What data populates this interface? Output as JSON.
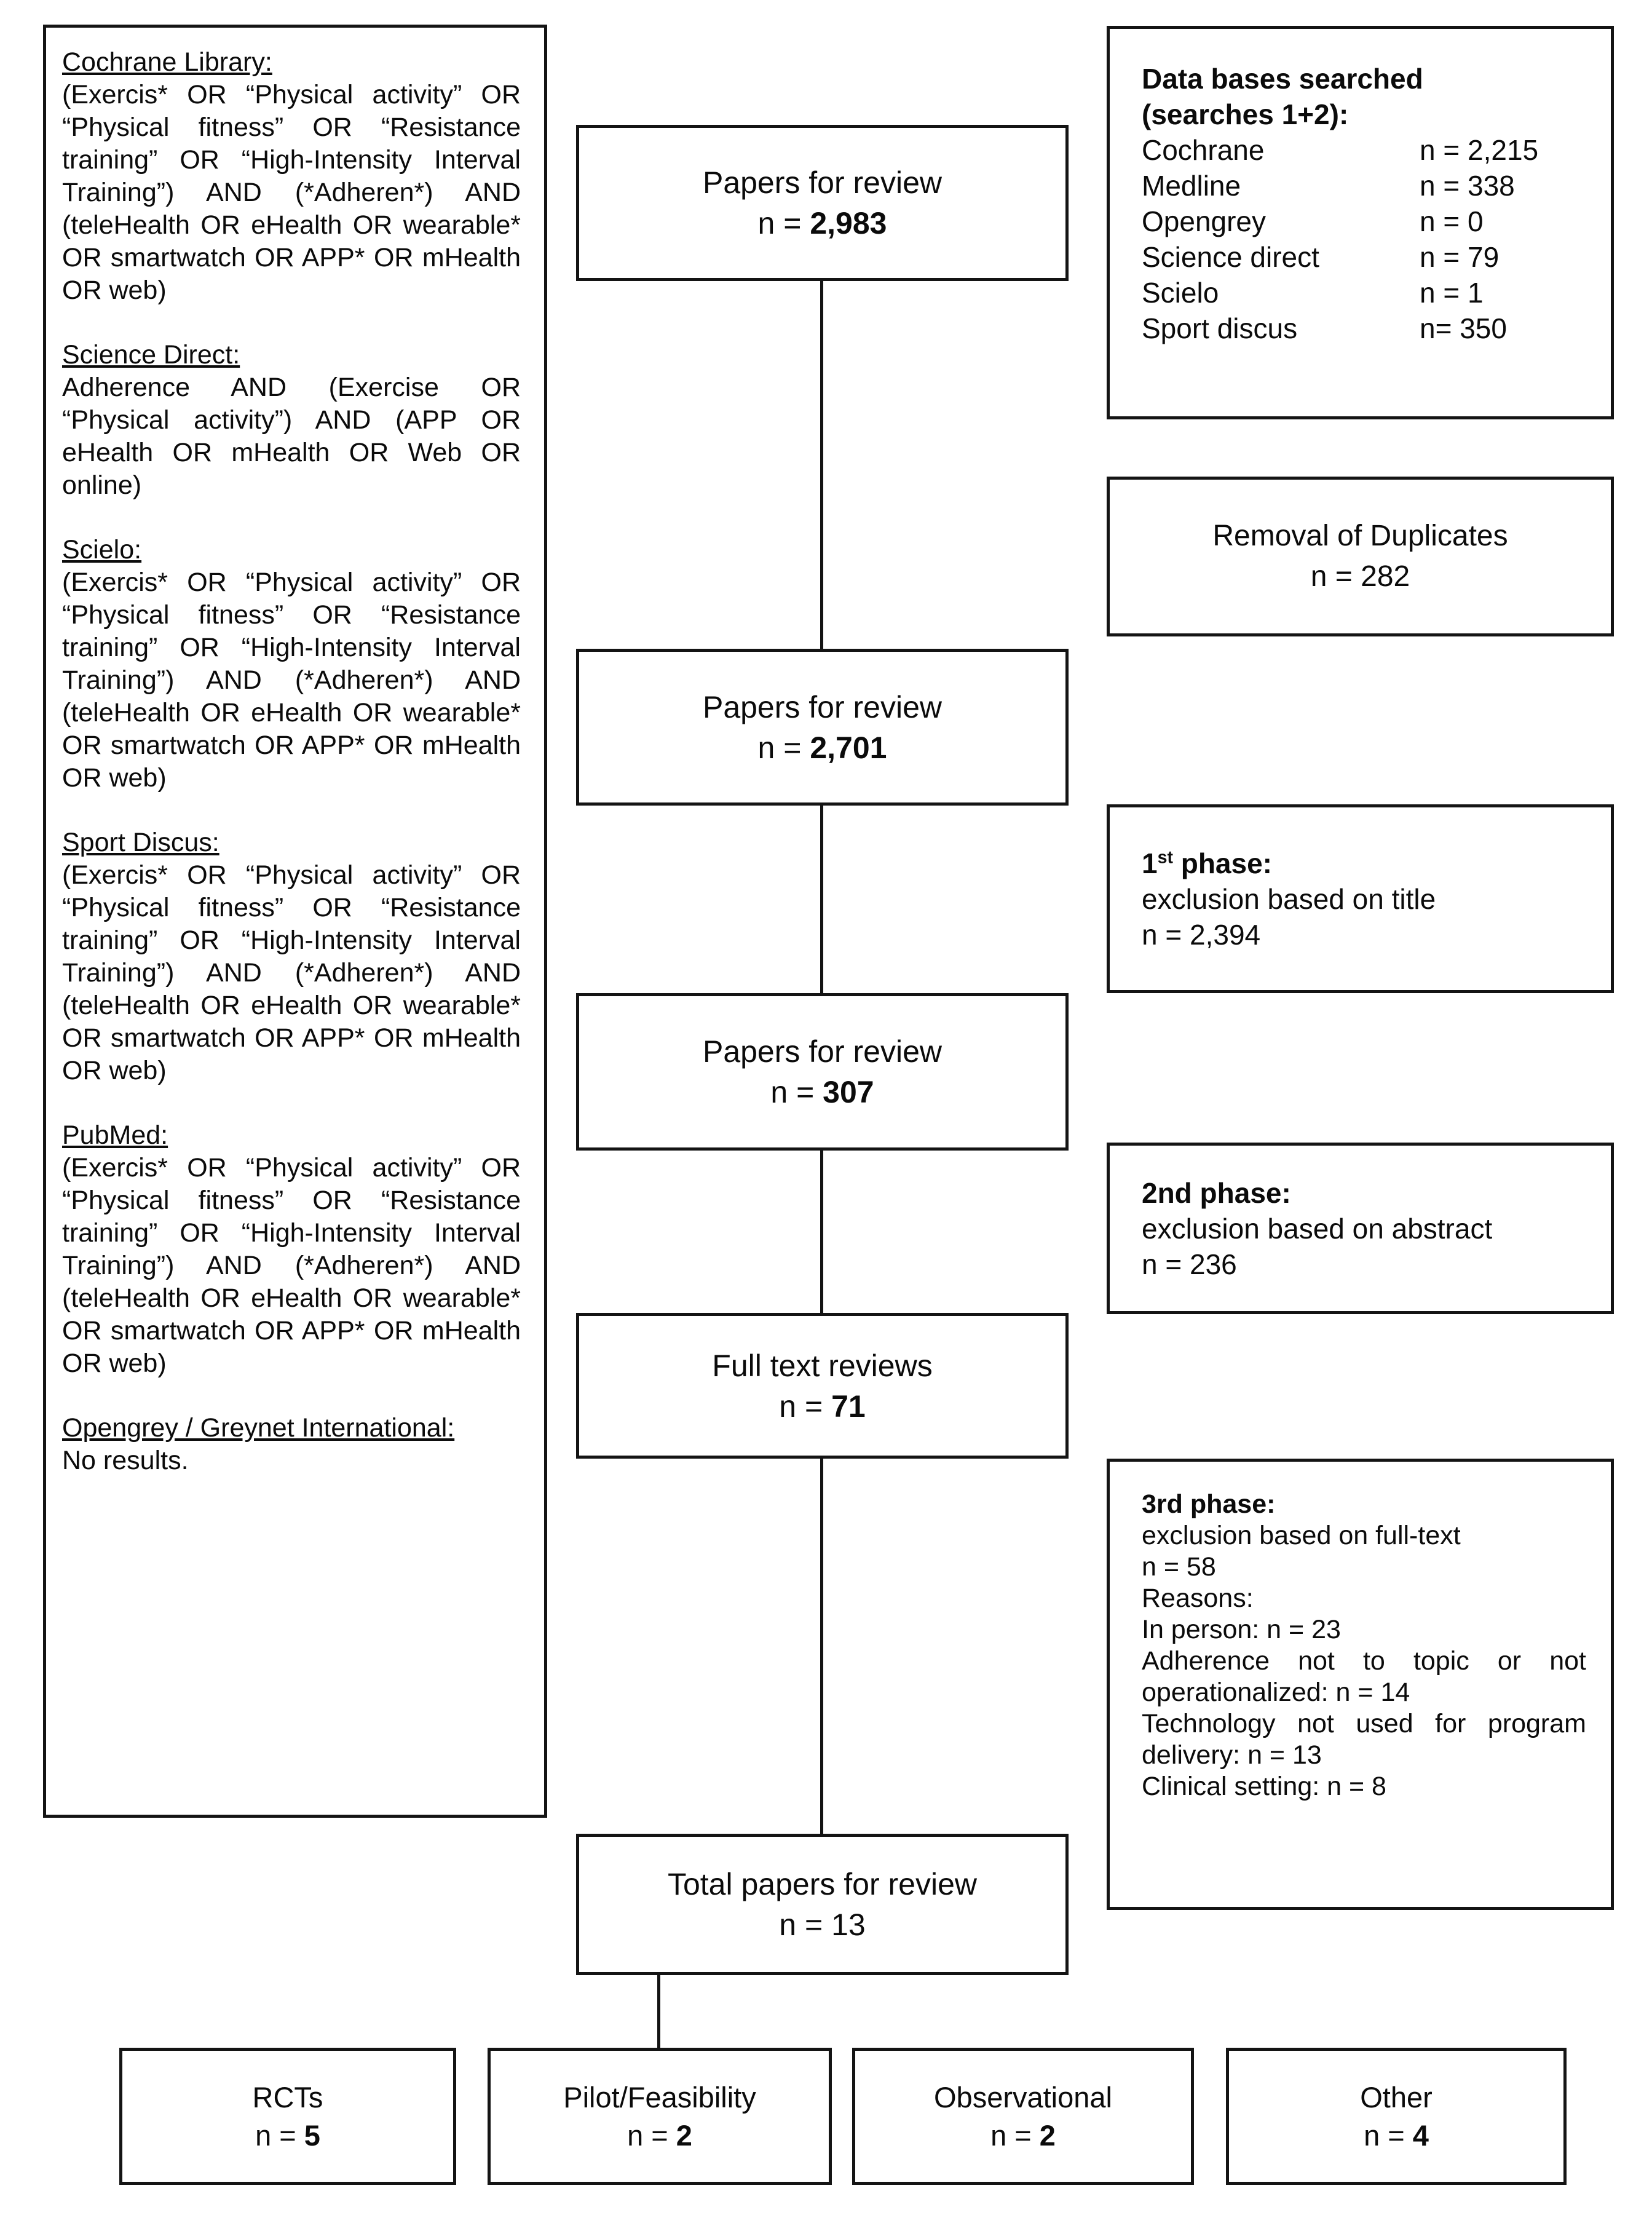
{
  "left_panel": {
    "sections": [
      {
        "heading": "Cochrane Library:",
        "body": "(Exercis* OR “Physical activity” OR “Physical fitness” OR “Resistance training” OR “High-Intensity Interval Training”) AND (*Adheren*) AND (teleHealth OR eHealth OR wearable* OR smartwatch OR APP* OR mHealth OR web)"
      },
      {
        "heading": "Science Direct:",
        "body": "Adherence AND (Exercise OR “Physical activity”) AND (APP OR eHealth OR mHealth OR Web OR online)"
      },
      {
        "heading": "Scielo:",
        "body": "(Exercis* OR “Physical activity” OR “Physical fitness” OR “Resistance training” OR “High-Intensity Interval Training”) AND (*Adheren*) AND (teleHealth OR eHealth OR wearable* OR smartwatch OR APP* OR mHealth OR web)"
      },
      {
        "heading": "Sport Discus:",
        "body": "(Exercis* OR “Physical activity” OR “Physical fitness” OR “Resistance training” OR “High-Intensity Interval Training”) AND (*Adheren*) AND (teleHealth OR eHealth OR wearable* OR smartwatch OR APP* OR mHealth OR web)"
      },
      {
        "heading": "PubMed:",
        "body": "(Exercis* OR “Physical activity” OR “Physical fitness” OR “Resistance training” OR “High-Intensity Interval Training”) AND (*Adheren*) AND (teleHealth OR eHealth OR wearable* OR smartwatch OR APP* OR mHealth OR web)"
      },
      {
        "heading": "Opengrey / Greynet International:",
        "body": "No results."
      }
    ]
  },
  "flow": {
    "boxes": [
      {
        "label": "Papers for review",
        "n_prefix": "n = ",
        "n_value": "2,983"
      },
      {
        "label": "Papers for review",
        "n_prefix": "n = ",
        "n_value": "2,701"
      },
      {
        "label": "Papers for review",
        "n_prefix": "n = ",
        "n_value": "307"
      },
      {
        "label": "Full text reviews",
        "n_prefix": "n = ",
        "n_value": "71"
      },
      {
        "label": "Total papers for review",
        "n_prefix": "n = ",
        "n_value": "13"
      }
    ]
  },
  "right_panel": {
    "databases": {
      "title_line1": "Data bases searched",
      "title_line2": "(searches 1+2):",
      "rows": [
        {
          "name": "Cochrane",
          "value": "n = 2,215"
        },
        {
          "name": "Medline",
          "value": "n = 338"
        },
        {
          "name": "Opengrey",
          "value": "n = 0"
        },
        {
          "name": "Science direct",
          "value": "n = 79"
        },
        {
          "name": "Scielo",
          "value": "n = 1"
        },
        {
          "name": "Sport discus",
          "value": "n= 350"
        }
      ]
    },
    "duplicates": {
      "line1": "Removal of Duplicates",
      "line2": "n = 282"
    },
    "phase1": {
      "num": "1",
      "sup": "st",
      "rest": " phase:",
      "line2": "exclusion based on title",
      "line3": "n = 2,394"
    },
    "phase2": {
      "title": "2nd phase:",
      "line2": "exclusion based on abstract",
      "line3": "n = 236"
    },
    "phase3": {
      "title": "3rd phase:",
      "line2": "exclusion based on full-text",
      "line3": "n = 58",
      "line4": "Reasons:",
      "line5": "In person: n = 23",
      "line6": "Adherence not to topic or not operationalized: n = 14",
      "line7": "Technology not used for program delivery: n = 13",
      "line8": "Clinical setting: n = 8"
    }
  },
  "bottom_row": [
    {
      "label": "RCTs",
      "n_prefix": "n = ",
      "n_value": "5"
    },
    {
      "label": "Pilot/Feasibility",
      "n_prefix": "n = ",
      "n_value": "2"
    },
    {
      "label": "Observational",
      "n_prefix": "n = ",
      "n_value": "2"
    },
    {
      "label": "Other",
      "n_prefix": "n = ",
      "n_value": "4"
    }
  ],
  "colors": {
    "border": "#141414",
    "text": "#0b0b0b",
    "background": "#ffffff"
  }
}
